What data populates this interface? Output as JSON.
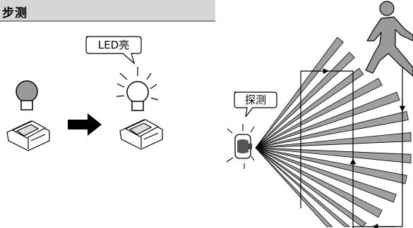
{
  "header": {
    "title": "步测"
  },
  "callouts": {
    "led_label": "LED亮",
    "detect_label": "探测"
  },
  "colors": {
    "beam_fill": "#a0a0a0",
    "person_fill": "#9a9a9a",
    "header_bg": "#d6d6d6"
  }
}
